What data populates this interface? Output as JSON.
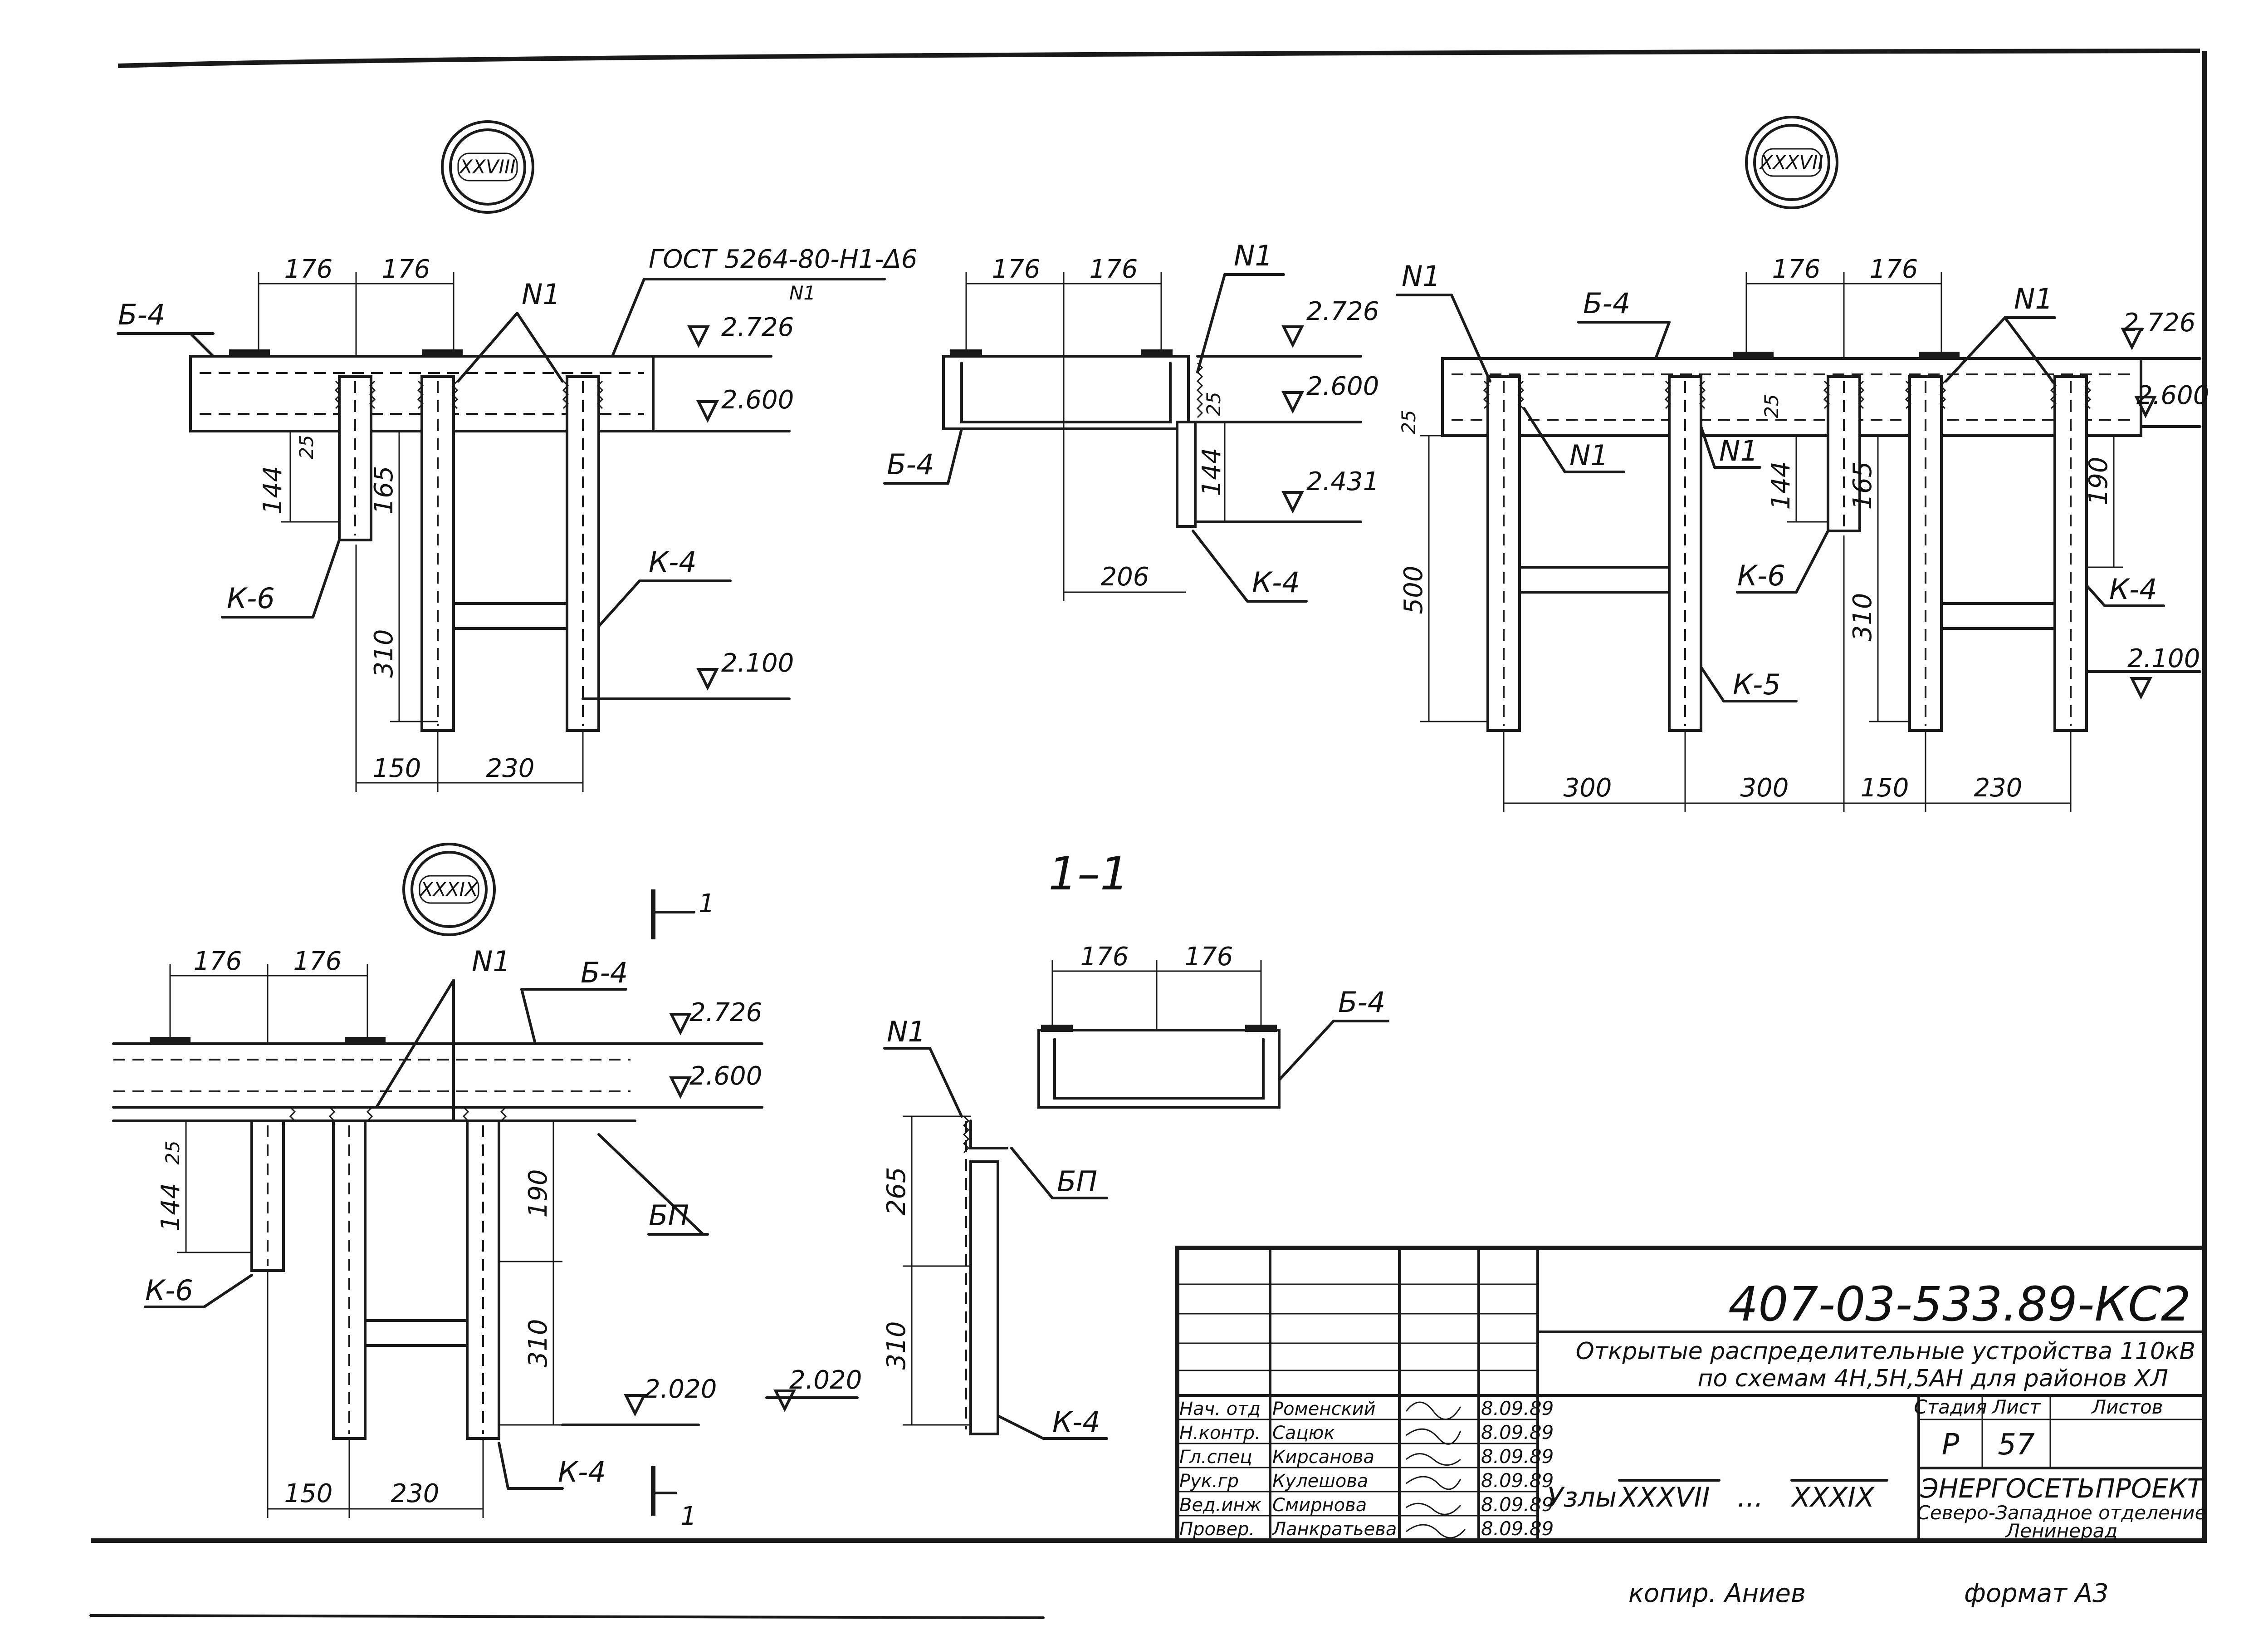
{
  "node_marks": {
    "n37_top": "XXVIII",
    "n37_right": "XXXVII",
    "n39": "XXXIX"
  },
  "section_label": "1–1",
  "section_mark": "1",
  "labels": {
    "b4": "Б-4",
    "k4": "К-4",
    "k5": "К-5",
    "k6": "К-6",
    "n1": "N1",
    "bp": "БП",
    "gost": "ГОСТ 5264-80-Н1-Δ6",
    "gost_sub": "N1"
  },
  "levels": {
    "l2726": "2.726",
    "l2600": "2.600",
    "l2431": "2.431",
    "l2100": "2.100",
    "l2020": "2.020"
  },
  "dims": {
    "d176": "176",
    "d150": "150",
    "d230": "230",
    "d310": "310",
    "d165": "165",
    "d144": "144",
    "d25": "25",
    "d206": "206",
    "d500": "500",
    "d300": "300",
    "d190": "190",
    "d265": "265"
  },
  "title_block": {
    "code": "407-03-533.89-КС2",
    "title_line1": "Открытые распределительные устройства 110кВ",
    "title_line2": "по схемам 4Н,5Н,5АН для районов ХЛ",
    "sheet_title_prefix": "Узлы",
    "sheet_title_from": "XXXVII",
    "sheet_title_sep": "...",
    "sheet_title_to": "XXXIX",
    "stage_header": "Стадия",
    "sheet_header": "Лист",
    "sheets_header": "Листов",
    "stage": "Р",
    "sheet": "57",
    "org_name": "ЭНЕРГОСЕТЬПРОЕКТ",
    "org_sub1": "Северо-Западное отделение",
    "org_sub2": "Ленинерад",
    "signatures": [
      {
        "role": "Нач. отд",
        "name": "Роменский",
        "date": "8.09.89"
      },
      {
        "role": "Н.контр.",
        "name": "Сацюк",
        "date": "8.09.89"
      },
      {
        "role": "Гл.спец",
        "name": "Кирсанова",
        "date": "8.09.89"
      },
      {
        "role": "Рук.гр",
        "name": "Кулешова",
        "date": "8.09.89"
      },
      {
        "role": "Вед.инж",
        "name": "Смирнова",
        "date": "8.09.89"
      },
      {
        "role": "Провер.",
        "name": "Ланкратьева",
        "date": "8.09.89"
      }
    ]
  },
  "footer": {
    "copied": "копир. Аниев",
    "format": "формат А3"
  }
}
